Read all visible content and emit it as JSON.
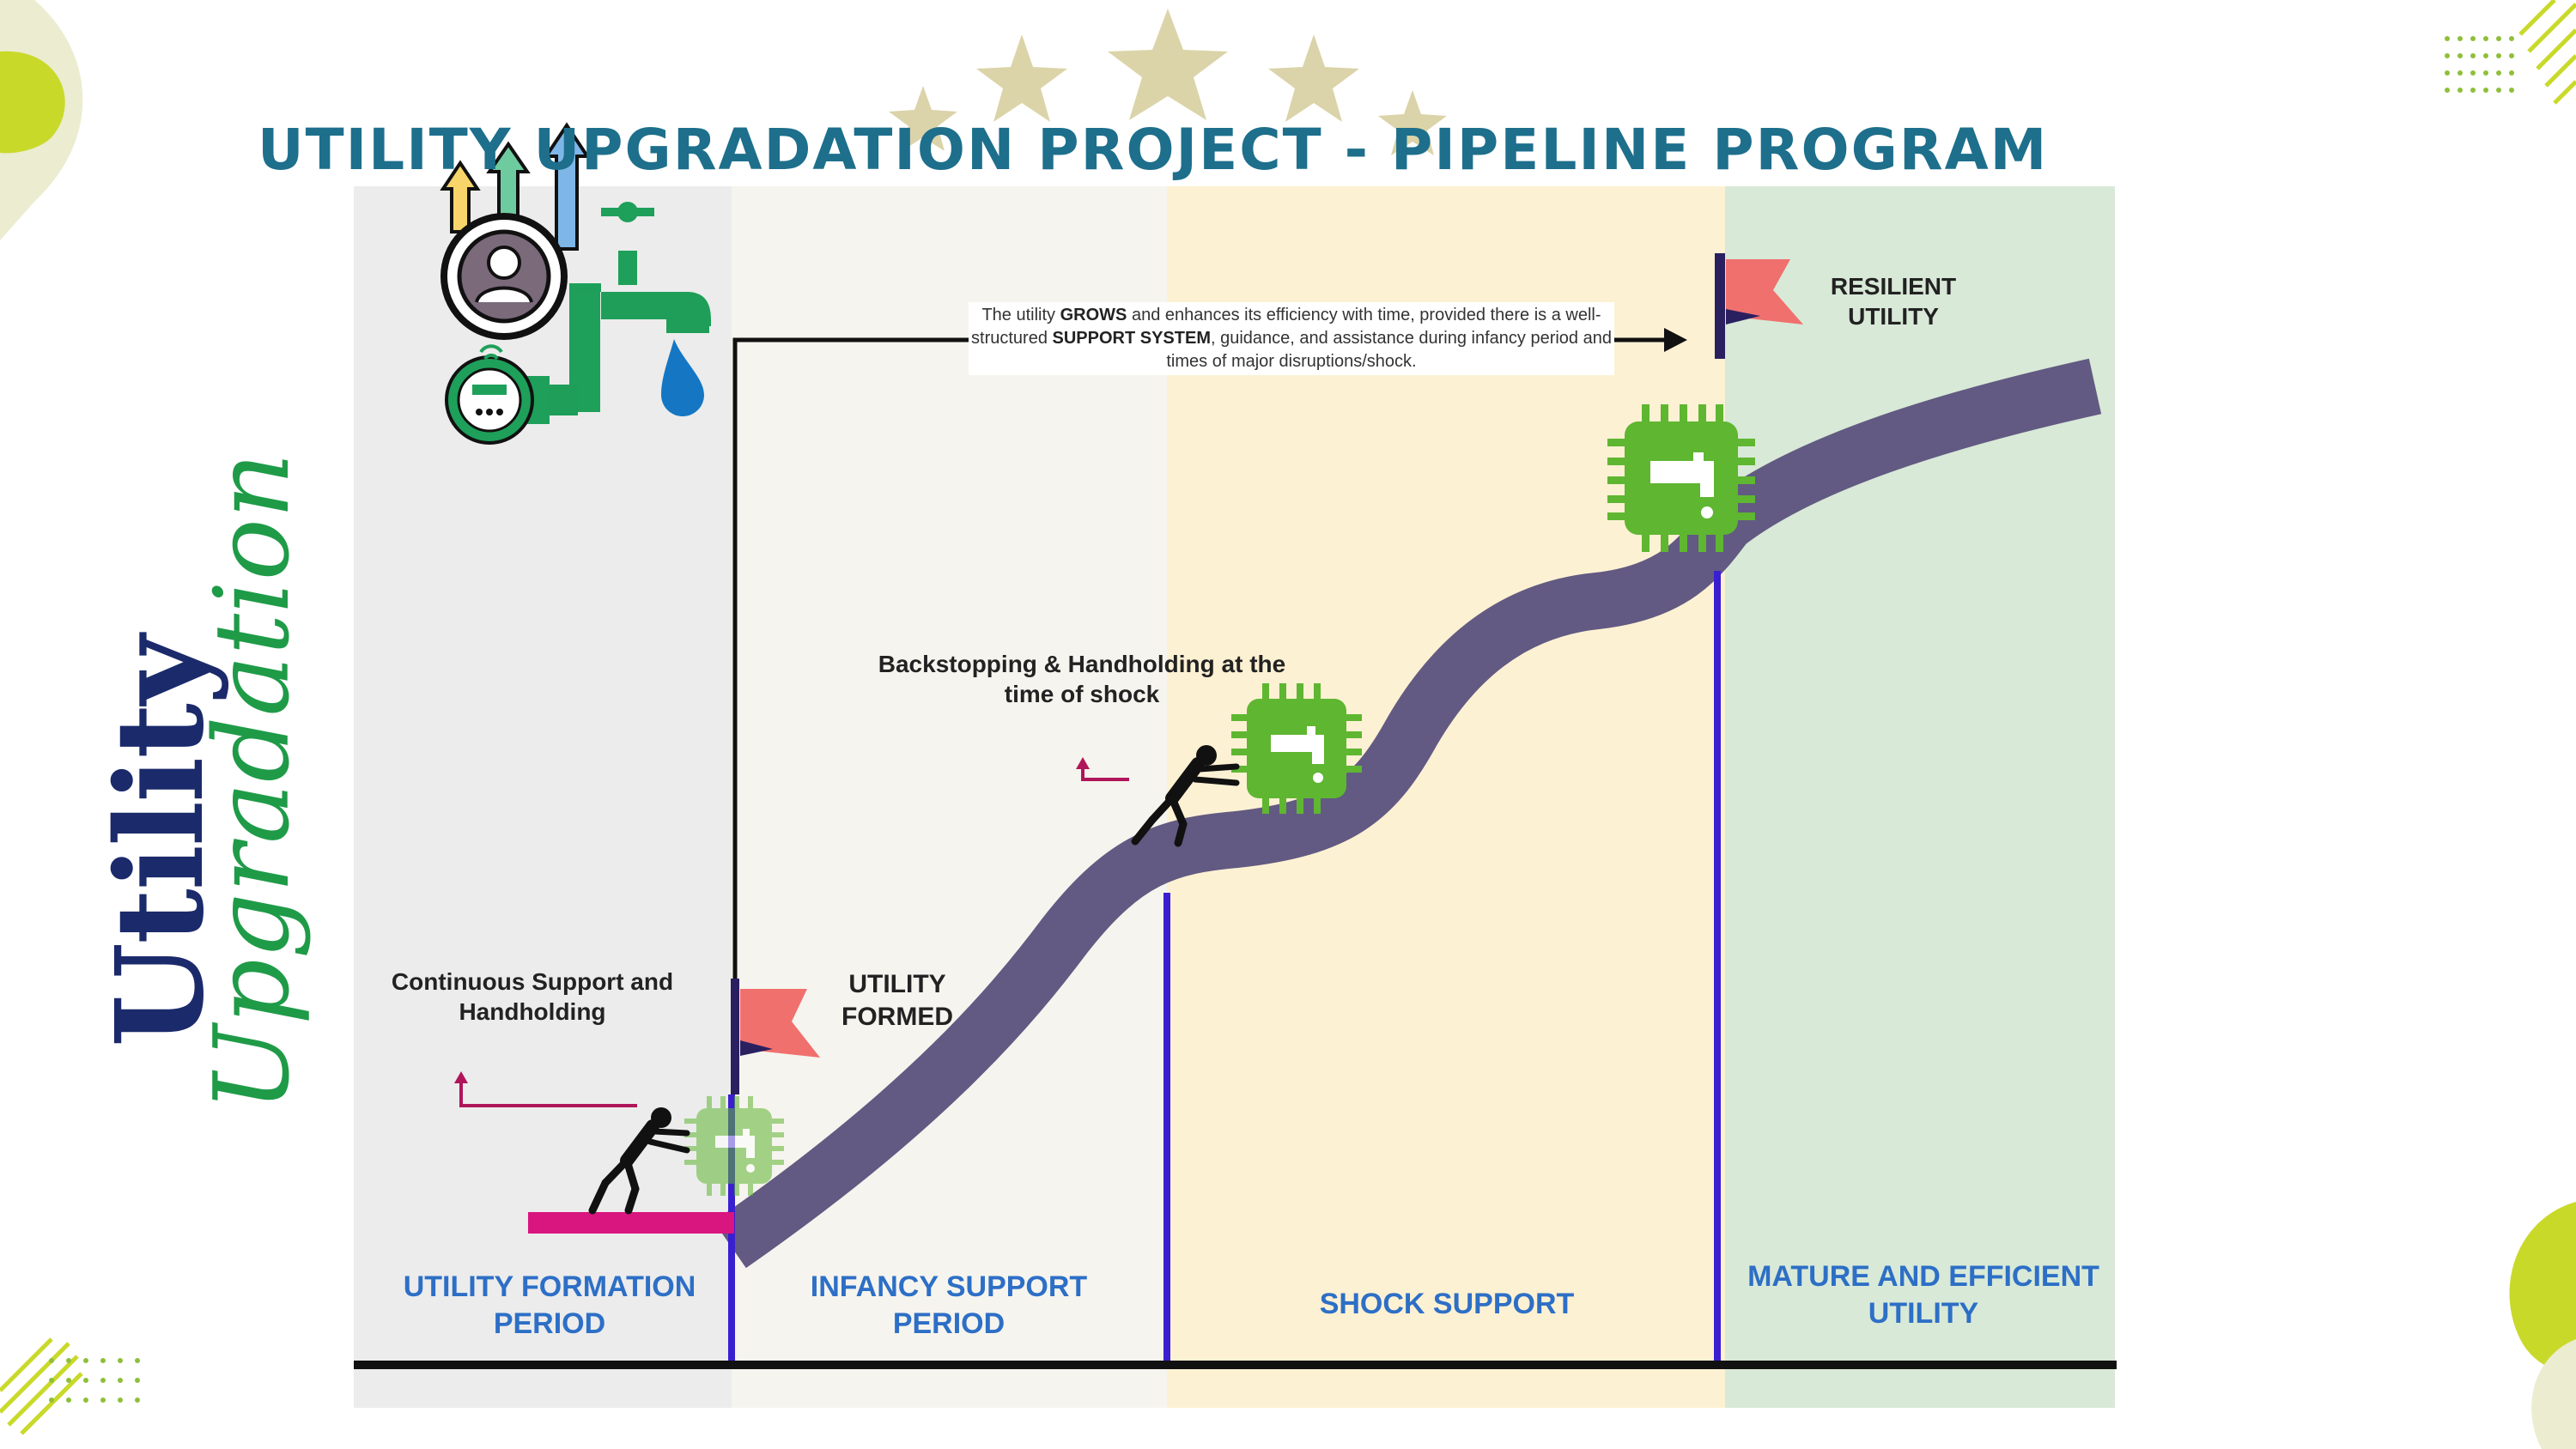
{
  "title": "UTILITY UPGRADATION PROJECT - PIPELINE PROGRAM",
  "side_title": {
    "word1": "Utility",
    "word2": "Upgradation"
  },
  "phases": [
    {
      "label_l1": "UTILITY FORMATION",
      "label_l2": "PERIOD",
      "color": "#ececec"
    },
    {
      "label_l1": "INFANCY SUPPORT",
      "label_l2": "PERIOD",
      "color": "#f6f4ee"
    },
    {
      "label_l1": "SHOCK SUPPORT",
      "label_l2": "",
      "color": "#fdf1d3"
    },
    {
      "label_l1": "MATURE AND EFFICIENT",
      "label_l2": "UTILITY",
      "color": "#d8e9d7"
    }
  ],
  "milestones": {
    "formed_l1": "UTILITY",
    "formed_l2": "FORMED",
    "resilient_l1": "RESILIENT",
    "resilient_l2": "UTILITY"
  },
  "notes": {
    "continuous_l1": "Continuous Support and",
    "continuous_l2": "Handholding",
    "backstop_l1": "Backstopping & Handholding at the",
    "backstop_l2": "time of shock"
  },
  "callout": {
    "p1": "The utility ",
    "b1": "GROWS",
    "p2": " and enhances its efficiency with time, provided there is a well-structured ",
    "b2": "SUPPORT SYSTEM",
    "p3": ", guidance, and assistance during infancy period and times of major disruptions/shock."
  },
  "colors": {
    "title": "#1d6f8c",
    "path": "#625a82",
    "divider": "#3a1fd0",
    "chip": "#5fb631",
    "flag": "#f0706e",
    "platform": "#d9157f",
    "accent_lime": "#c9d92a"
  },
  "icons": [
    "meter-tap-icon",
    "chip-tap-icon",
    "pusher-icon",
    "flag-icon",
    "star-icon"
  ]
}
